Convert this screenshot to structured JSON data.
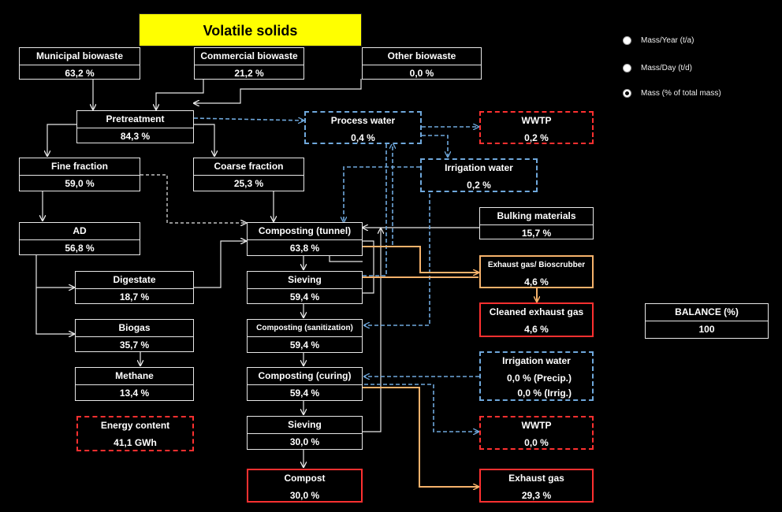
{
  "title": "Volatile solids",
  "units": {
    "options": [
      "Mass/Year (t/a)",
      "Mass/Day (t/d)",
      "Mass (% of total mass)"
    ],
    "selected_index": 2
  },
  "balance": {
    "label": "BALANCE (%)",
    "value": "100"
  },
  "nodes": {
    "municipal": {
      "label": "Municipal biowaste",
      "value": "63,2  %"
    },
    "commercial": {
      "label": "Commercial biowaste",
      "value": "21,2  %"
    },
    "other": {
      "label": "Other biowaste",
      "value": "0,0  %"
    },
    "pretreatment": {
      "label": "Pretreatment",
      "value": "84,3  %"
    },
    "process_water": {
      "label": "Process water",
      "value": "0,4  %"
    },
    "wwtp1": {
      "label": "WWTP",
      "value": "0,2  %"
    },
    "fine": {
      "label": "Fine fraction",
      "value": "59,0  %"
    },
    "coarse": {
      "label": "Coarse fraction",
      "value": "25,3  %"
    },
    "irrigation1": {
      "label": "Irrigation water",
      "value": "0,2  %"
    },
    "ad": {
      "label": "AD",
      "value": "56,8  %"
    },
    "comp_tunnel": {
      "label": "Composting (tunnel)",
      "value": "63,8  %"
    },
    "bulking": {
      "label": "Bulking materials",
      "value": "15,7  %"
    },
    "exhaust_bio": {
      "label": "Exhaust gas/ Bioscrubber",
      "value": "4,6  %"
    },
    "digestate": {
      "label": "Digestate",
      "value": "18,7  %"
    },
    "sieving1": {
      "label": "Sieving",
      "value": "59,4  %"
    },
    "cleaned": {
      "label": "Cleaned exhaust gas",
      "value": "4,6  %"
    },
    "biogas": {
      "label": "Biogas",
      "value": "35,7  %"
    },
    "comp_sanit": {
      "label": "Composting (sanitization)",
      "value": "59,4  %"
    },
    "methane": {
      "label": "Methane",
      "value": "13,4  %"
    },
    "comp_curing": {
      "label": "Composting (curing)",
      "value": "59,4  %"
    },
    "irrigation2": {
      "label": "Irrigation water",
      "value_precip": "0,0  % (Precip.)",
      "value_irrig": "0,0  % (Irrig.)"
    },
    "energy": {
      "label": "Energy content",
      "value": "41,1  GWh"
    },
    "sieving2": {
      "label": "Sieving",
      "value": "30,0  %"
    },
    "wwtp2": {
      "label": "WWTP",
      "value": "0,0  %"
    },
    "compost": {
      "label": "Compost",
      "value": "30,0  %"
    },
    "exhaust": {
      "label": "Exhaust gas",
      "value": "29,3  %"
    }
  },
  "colors": {
    "title_bg": "#ffff00",
    "water_flow": "#6fa8dc",
    "gas_flow": "#f6b26b",
    "output_border": "#ff3030",
    "solid_flow": "#e8e8e8"
  }
}
